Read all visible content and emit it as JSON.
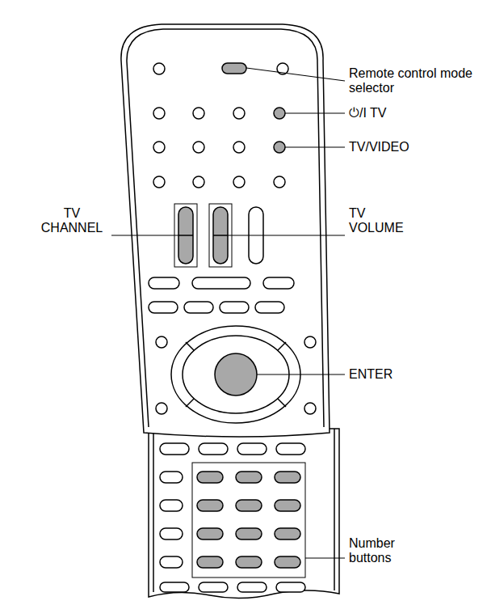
{
  "diagram": {
    "labels": [
      "Remote control mode selector",
      "⏻/I TV",
      "TV/VIDEO",
      "TV CHANNEL",
      "TV VOLUME",
      "ENTER",
      "Number buttons"
    ]
  }
}
